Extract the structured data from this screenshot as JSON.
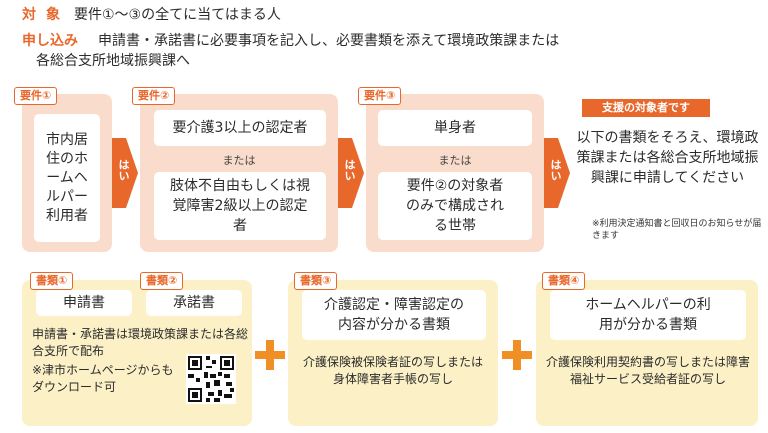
{
  "header": {
    "target_key": "対象",
    "target_text": "要件①～③の全てに当てはまる人",
    "apply_key": "申し込み",
    "apply_text": "申請書・承諾書に必要事項を記入し、必要書類を添えて環境政策課または",
    "apply_text2": "各総合支所地域振興課へ"
  },
  "requirements": {
    "r1": {
      "tag": "要件①",
      "text": "市内居住のホームヘルパー利用者"
    },
    "r2": {
      "tag": "要件②",
      "a": "要介護3以上の認定者",
      "or": "または",
      "b": "肢体不自由もしくは視覚障害2級以上の認定者"
    },
    "r3": {
      "tag": "要件③",
      "a": "単身者",
      "or": "または",
      "b": "要件②の対象者のみで構成される世帯"
    },
    "yes": "はい"
  },
  "target": {
    "label": "支援の対象者です",
    "body": "以下の書類をそろえ、環境政策課または各総合支所地域振興課に申請してください",
    "note": "※利用決定通知書と回収日のお知らせが届きます"
  },
  "documents": {
    "d1_tag": "書類①",
    "d1_title": "申請書",
    "d2_tag": "書類②",
    "d2_title": "承諾書",
    "d12_text": "申請書・承諾書は環境政策課または各総合支所で配布",
    "d12_note": "※津市ホームページからもダウンロード可",
    "d3_tag": "書類③",
    "d3_title": "介護認定・障害認定の内容が分かる書類",
    "d3_text": "介護保険被保険者証の写しまたは身体障害者手帳の写し",
    "d4_tag": "書類④",
    "d4_title": "ホームヘルパーの利用が分かる書類",
    "d4_text": "介護保険利用契約書の写しまたは障害福祉サービス受給者証の写し"
  },
  "colors": {
    "accent": "#e8682c",
    "peach": "#f9dccb",
    "yellow": "#fbf0c6",
    "plus": "#ef8f25"
  }
}
